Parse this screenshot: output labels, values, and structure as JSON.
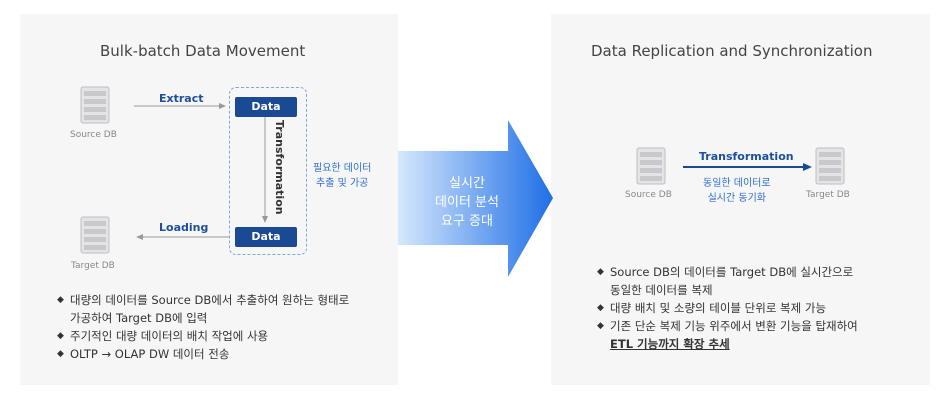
{
  "left": {
    "title": "Bulk-batch Data Movement",
    "source_label": "Source DB",
    "target_label": "Target DB",
    "extract_label": "Extract",
    "loading_label": "Loading",
    "data_top": "Data",
    "data_bottom": "Data",
    "transformation": "Transformation",
    "note_line1": "필요한 데이터",
    "note_line2": "추출 및 가공",
    "bullets": [
      {
        "line1": "대량의 데이터를 Source DB에서 추출하여 원하는 형태로",
        "line2": "가공하여 Target DB에 입력"
      },
      {
        "line1": "주기적인 대량 데이터의 배치 작업에 사용"
      },
      {
        "line1": "OLTP → OLAP DW 데이터 전송"
      }
    ]
  },
  "center": {
    "line1": "실시간",
    "line2": "데이터 분석",
    "line3": "요구 증대"
  },
  "right": {
    "title": "Data Replication and Synchronization",
    "source_label": "Source DB",
    "target_label": "Target DB",
    "transformation": "Transformation",
    "note_line1": "동일한 데이터로",
    "note_line2": "실시간 동기화",
    "bullets": [
      {
        "line1": "Source DB의 데이터를 Target DB에 실시간으로",
        "line2": "동일한 데이터를 복제"
      },
      {
        "line1": "대량 배치 및 소량의 테이블 단위로 복제 가능"
      },
      {
        "line1": "기존 단순 복제 기능 위주에서 변환 기능을 탑재하여",
        "line2": "ETL 기능까지 확장 추세"
      }
    ]
  },
  "colors": {
    "panel": "#f6f6f7",
    "data_box": "#1a4a93",
    "label_blue": "#1e4f9c",
    "note_blue": "#2f6fd1",
    "big_arrow_start": "#cfe3fb",
    "big_arrow_end": "#1f6fe6"
  },
  "icons": {
    "db": "server-db-icon",
    "bullet": "diamond-bullet-icon"
  }
}
